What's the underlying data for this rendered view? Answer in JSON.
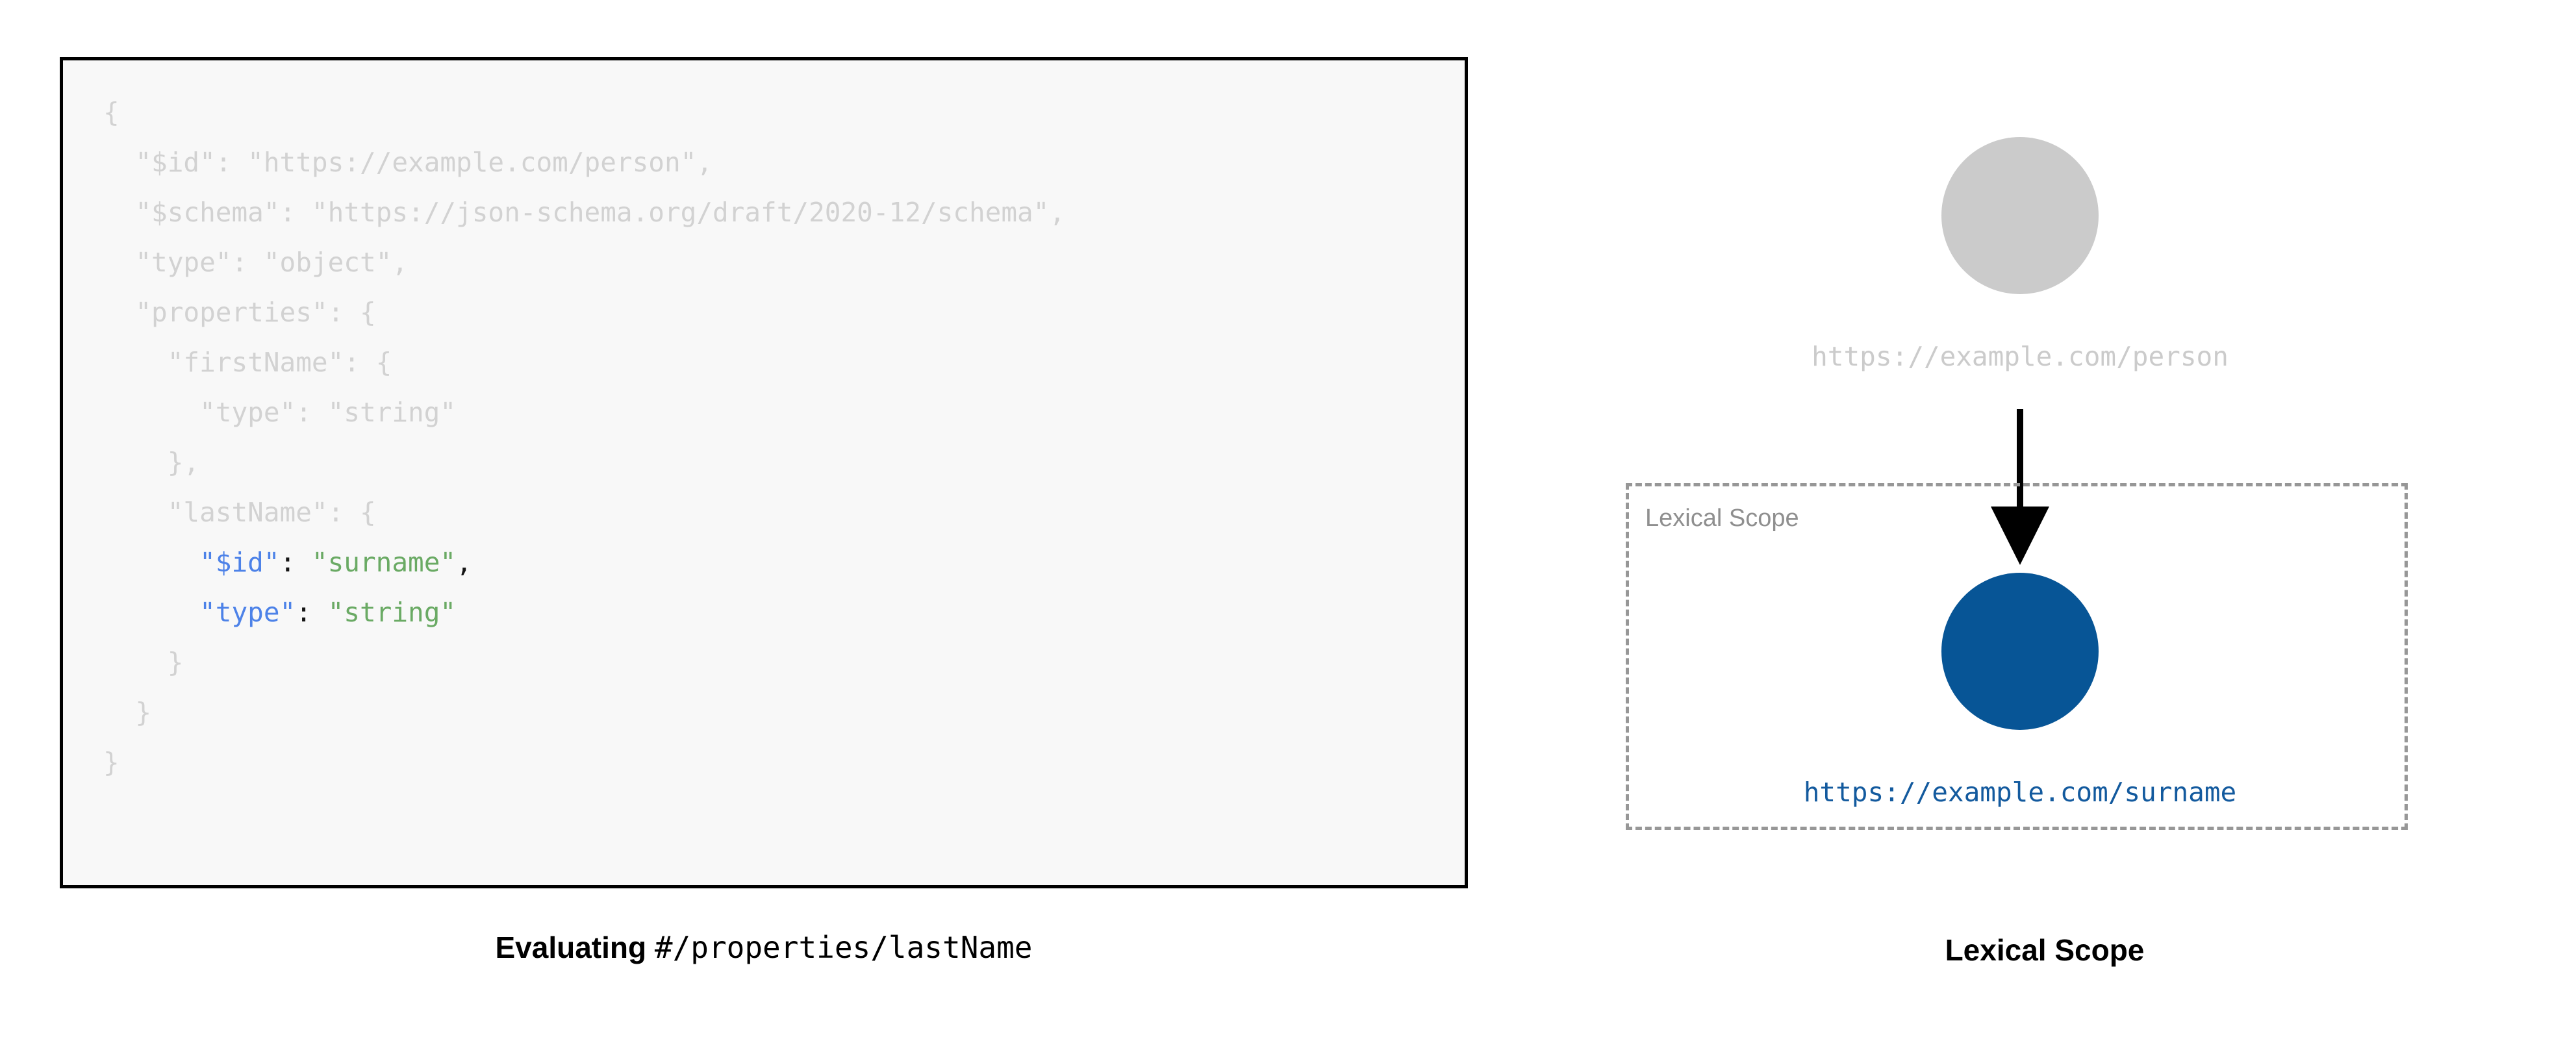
{
  "left": {
    "code_lines": [
      {
        "indent": 0,
        "tokens": [
          {
            "t": "{",
            "c": "dim"
          }
        ]
      },
      {
        "indent": 1,
        "tokens": [
          {
            "t": "\"$id\": \"https://example.com/person\",",
            "c": "dim"
          }
        ]
      },
      {
        "indent": 1,
        "tokens": [
          {
            "t": "\"$schema\": \"https://json-schema.org/draft/2020-12/schema\",",
            "c": "dim"
          }
        ]
      },
      {
        "indent": 1,
        "tokens": [
          {
            "t": "\"type\": \"object\",",
            "c": "dim"
          }
        ]
      },
      {
        "indent": 1,
        "tokens": [
          {
            "t": "\"properties\": {",
            "c": "dim"
          }
        ]
      },
      {
        "indent": 2,
        "tokens": [
          {
            "t": "\"firstName\": {",
            "c": "dim"
          }
        ]
      },
      {
        "indent": 3,
        "tokens": [
          {
            "t": "\"type\": \"string\"",
            "c": "dim"
          }
        ]
      },
      {
        "indent": 2,
        "tokens": [
          {
            "t": "},",
            "c": "dim"
          }
        ]
      },
      {
        "indent": 2,
        "tokens": [
          {
            "t": "\"lastName\": {",
            "c": "dim"
          }
        ]
      },
      {
        "indent": 3,
        "tokens": [
          {
            "t": "\"$id\"",
            "c": "key"
          },
          {
            "t": ": ",
            "c": "pun"
          },
          {
            "t": "\"surname\"",
            "c": "val"
          },
          {
            "t": ",",
            "c": "pun"
          }
        ]
      },
      {
        "indent": 3,
        "tokens": [
          {
            "t": "\"type\"",
            "c": "key"
          },
          {
            "t": ": ",
            "c": "pun"
          },
          {
            "t": "\"string\"",
            "c": "val"
          }
        ]
      },
      {
        "indent": 2,
        "tokens": [
          {
            "t": "}",
            "c": "dim"
          }
        ]
      },
      {
        "indent": 1,
        "tokens": [
          {
            "t": "}",
            "c": "dim"
          }
        ]
      },
      {
        "indent": 0,
        "tokens": [
          {
            "t": "}",
            "c": "dim"
          }
        ]
      }
    ],
    "caption_bold": "Evaluating",
    "caption_mono": "#/properties/lastName"
  },
  "right": {
    "parent_node_label": "https://example.com/person",
    "child_node_label": "https://example.com/surname",
    "scope_box_label": "Lexical Scope",
    "caption": "Lexical Scope",
    "colors": {
      "parent_node": "#cbcbcb",
      "child_node": "#075596",
      "child_label": "#135a9e",
      "scope_border": "#979797",
      "arrow": "#000000"
    }
  }
}
